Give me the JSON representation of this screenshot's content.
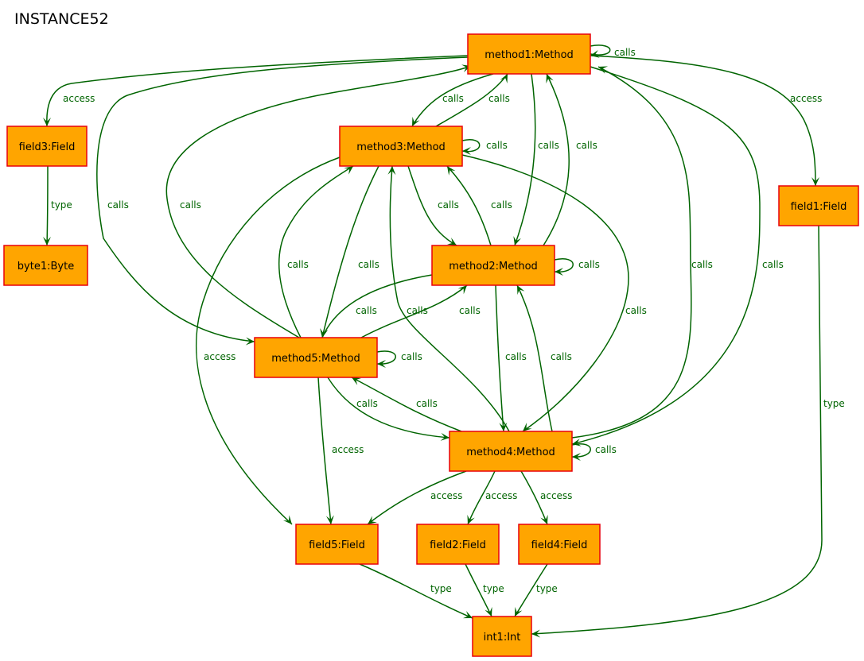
{
  "diagram": {
    "title": "INSTANCE52",
    "colors": {
      "node_fill": "#ffa500",
      "node_border": "#e8000b",
      "edge": "#006400",
      "edge_label": "#006400"
    },
    "nodes": [
      {
        "id": "method1",
        "label": "method1:Method"
      },
      {
        "id": "method3",
        "label": "method3:Method"
      },
      {
        "id": "method2",
        "label": "method2:Method"
      },
      {
        "id": "method5",
        "label": "method5:Method"
      },
      {
        "id": "method4",
        "label": "method4:Method"
      },
      {
        "id": "field3",
        "label": "field3:Field"
      },
      {
        "id": "byte1",
        "label": "byte1:Byte"
      },
      {
        "id": "field1",
        "label": "field1:Field"
      },
      {
        "id": "field5",
        "label": "field5:Field"
      },
      {
        "id": "field2",
        "label": "field2:Field"
      },
      {
        "id": "field4",
        "label": "field4:Field"
      },
      {
        "id": "int1",
        "label": "int1:Int"
      }
    ],
    "edges": [
      {
        "id": "e-m1-m1",
        "from": "method1",
        "to": "method1",
        "label": "calls"
      },
      {
        "id": "e-m1-f3",
        "from": "method1",
        "to": "field3",
        "label": "access"
      },
      {
        "id": "e-m1-f1",
        "from": "method1",
        "to": "field1",
        "label": "access"
      },
      {
        "id": "e-m1-m3",
        "from": "method1",
        "to": "method3",
        "label": "calls"
      },
      {
        "id": "e-m3-m1",
        "from": "method3",
        "to": "method1",
        "label": "calls"
      },
      {
        "id": "e-m1-m2",
        "from": "method1",
        "to": "method2",
        "label": "calls"
      },
      {
        "id": "e-m2-m1",
        "from": "method2",
        "to": "method1",
        "label": "calls"
      },
      {
        "id": "e-m1-m5",
        "from": "method1",
        "to": "method5",
        "label": "calls"
      },
      {
        "id": "e-m5-m1",
        "from": "method5",
        "to": "method1",
        "label": "calls"
      },
      {
        "id": "e-m4-m1",
        "from": "method4",
        "to": "method1",
        "label": "calls"
      },
      {
        "id": "e-m1-m4",
        "from": "method1",
        "to": "method4",
        "label": "calls"
      },
      {
        "id": "e-m3-m3",
        "from": "method3",
        "to": "method3",
        "label": "calls"
      },
      {
        "id": "e-m3-m2",
        "from": "method3",
        "to": "method2",
        "label": "calls"
      },
      {
        "id": "e-m2-m3",
        "from": "method2",
        "to": "method3",
        "label": "calls"
      },
      {
        "id": "e-m3-m5",
        "from": "method3",
        "to": "method5",
        "label": "calls"
      },
      {
        "id": "e-m5-m3",
        "from": "method5",
        "to": "method3",
        "label": "calls"
      },
      {
        "id": "e-m3-m4",
        "from": "method3",
        "to": "method4",
        "label": "calls"
      },
      {
        "id": "e-m4-m3",
        "from": "method4",
        "to": "method3",
        "label": "calls"
      },
      {
        "id": "e-m3-f5",
        "from": "method3",
        "to": "field5",
        "label": "access"
      },
      {
        "id": "e-m2-m2",
        "from": "method2",
        "to": "method2",
        "label": "calls"
      },
      {
        "id": "e-m2-m5",
        "from": "method2",
        "to": "method5",
        "label": "calls"
      },
      {
        "id": "e-m5-m2",
        "from": "method5",
        "to": "method2",
        "label": "calls"
      },
      {
        "id": "e-m2-m4",
        "from": "method2",
        "to": "method4",
        "label": "calls"
      },
      {
        "id": "e-m4-m2",
        "from": "method4",
        "to": "method2",
        "label": "calls"
      },
      {
        "id": "e-m5-m5",
        "from": "method5",
        "to": "method5",
        "label": "calls"
      },
      {
        "id": "e-m5-m4",
        "from": "method5",
        "to": "method4",
        "label": "calls"
      },
      {
        "id": "e-m4-m5",
        "from": "method4",
        "to": "method5",
        "label": "calls"
      },
      {
        "id": "e-m5-f5",
        "from": "method5",
        "to": "field5",
        "label": "access"
      },
      {
        "id": "e-m4-m4",
        "from": "method4",
        "to": "method4",
        "label": "calls"
      },
      {
        "id": "e-m4-f5",
        "from": "method4",
        "to": "field5",
        "label": "access"
      },
      {
        "id": "e-m4-f2",
        "from": "method4",
        "to": "field2",
        "label": "access"
      },
      {
        "id": "e-m4-f4",
        "from": "method4",
        "to": "field4",
        "label": "access"
      },
      {
        "id": "e-f3-b1",
        "from": "field3",
        "to": "byte1",
        "label": "type"
      },
      {
        "id": "e-f1-i1",
        "from": "field1",
        "to": "int1",
        "label": "type"
      },
      {
        "id": "e-f5-i1",
        "from": "field5",
        "to": "int1",
        "label": "type"
      },
      {
        "id": "e-f2-i1",
        "from": "field2",
        "to": "int1",
        "label": "type"
      },
      {
        "id": "e-f4-i1",
        "from": "field4",
        "to": "int1",
        "label": "type"
      }
    ]
  }
}
